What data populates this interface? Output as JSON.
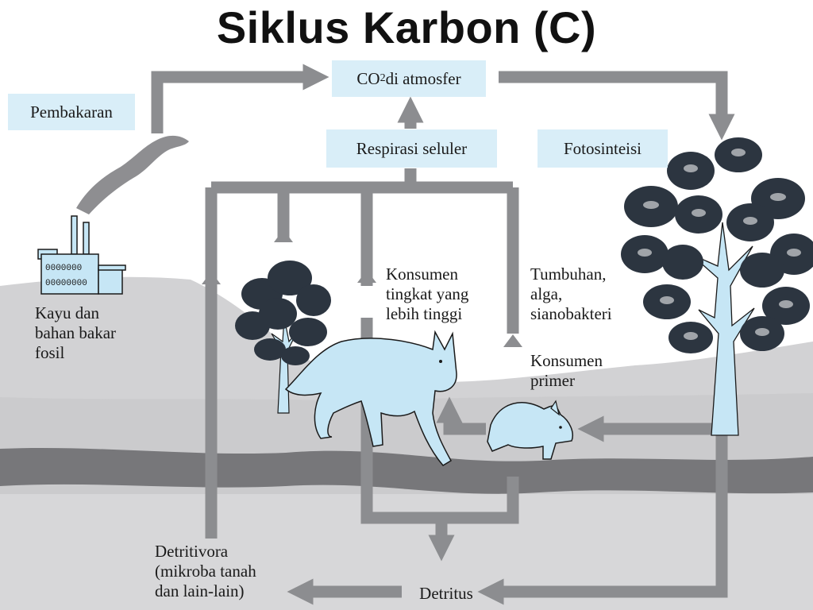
{
  "title": "Siklus Karbon (C)",
  "nodes": {
    "co2": {
      "prefix": "CO",
      "sub": "2",
      "suffix": " di atmosfer"
    },
    "pembakaran": "Pembakaran",
    "respirasi": "Respirasi seluler",
    "fotosintesis": "Fotosinteisi",
    "detritus": "Detritus"
  },
  "labels": {
    "kayu": [
      "Kayu dan",
      "bahan bakar",
      "fosil"
    ],
    "konsumen_tinggi": [
      "Konsumen",
      "tingkat yang",
      "lebih tinggi"
    ],
    "tumbuhan": [
      "Tumbuhan,",
      "alga,",
      "sianobakteri"
    ],
    "konsumen_primer": [
      "Konsumen",
      "primer"
    ],
    "detritivora": [
      "Detritivora",
      "(mikroba tanah",
      "dan lain-lain)"
    ]
  },
  "colors": {
    "arrow": "#8c8d90",
    "box": "#d9eef8",
    "organism": "#c6e6f5",
    "ground": "#cfcfd1",
    "soil_band": "#777779"
  }
}
